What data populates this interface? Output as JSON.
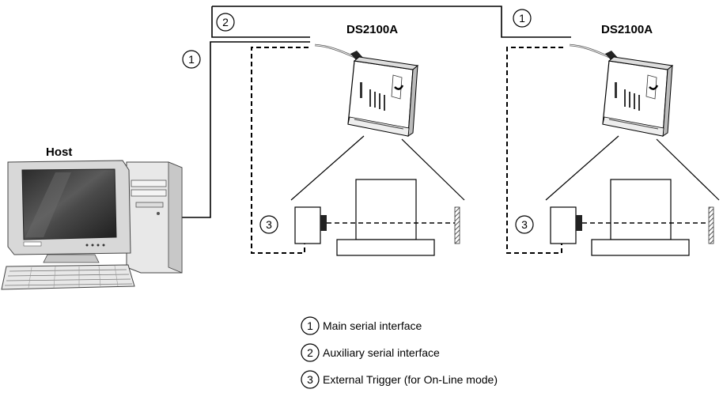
{
  "labels": {
    "scanner_left": "DS2100A",
    "scanner_right": "DS2100A",
    "host": "Host"
  },
  "markers": {
    "one": "1",
    "two": "2",
    "three": "3"
  },
  "legend": [
    {
      "num": "1",
      "text": "Main serial interface"
    },
    {
      "num": "2",
      "text": "Auxiliary serial interface"
    },
    {
      "num": "3",
      "text": "External Trigger (for On-Line mode)"
    }
  ],
  "icons": [
    "scanner-icon",
    "computer-icon",
    "photocell-icon",
    "reflector-icon",
    "conveyor-icon",
    "package-icon"
  ]
}
